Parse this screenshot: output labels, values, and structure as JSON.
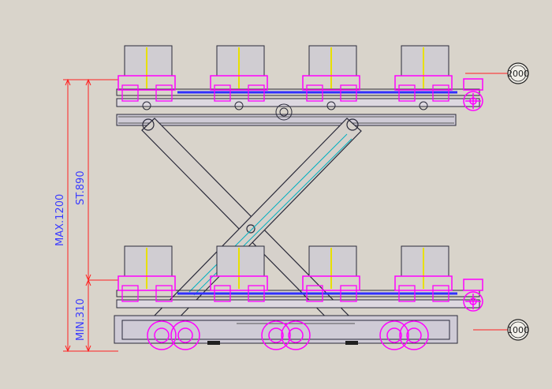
{
  "dimensions": {
    "max": "MAX.1200",
    "stroke": "ST.890",
    "min": "MIN.310"
  },
  "callouts": {
    "upper": "2000",
    "lower": "1000"
  },
  "colors": {
    "background": "#d9d4cb",
    "outline": "#2a2a3a",
    "dimension": "#ff2020",
    "dimension_text": "#3a3aff",
    "clamp": "#ff00ff",
    "cylinder": "#2020ff",
    "hidden": "#00b0c0",
    "accent_yellow": "#e8e000"
  }
}
